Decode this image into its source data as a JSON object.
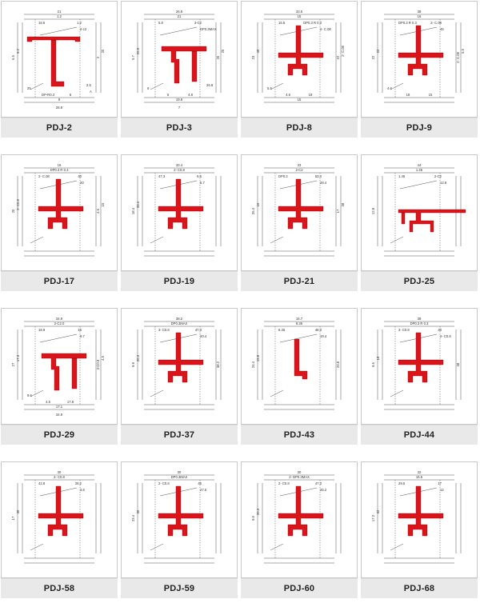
{
  "profiles": [
    {
      "code": "PDJ-2",
      "dims": [
        "21",
        "1.2",
        "18.6",
        "1.2",
        "2-c2",
        "6.5",
        "9.2",
        "2",
        "20",
        "25",
        "DP-R0.3",
        "6",
        "9",
        "26.8",
        "2.5",
        "A"
      ]
    },
    {
      "code": "PDJ-3",
      "dims": [
        "26.8",
        "21",
        "5.8",
        "3-C2",
        "DP0.3MAX",
        "5.7",
        "26.5",
        "20",
        "25",
        "6",
        "5",
        "4.8",
        "19.8",
        "7",
        "26.8"
      ]
    },
    {
      "code": "PDJ-8",
      "dims": [
        "33.5",
        "15",
        "15.5",
        "DP0.3 R 0.3",
        "2- C.08",
        "23",
        "40",
        "22",
        "2- C.08",
        "5.5",
        "4.6",
        "18",
        "15"
      ]
    },
    {
      "code": "PDJ-9",
      "dims": [
        "38",
        "16",
        "DP0.3 R 0.3",
        "2- C.08",
        "45",
        "22",
        "22",
        "2- C.08",
        "5.5",
        "4.6",
        "18",
        "15"
      ]
    },
    {
      "code": "PDJ-17",
      "dims": [
        "16",
        "DP0.3 R 0.3",
        "2- C.08",
        "40",
        "20",
        "20",
        "2- C0.8",
        "4.6",
        "15"
      ]
    },
    {
      "code": "PDJ-19",
      "dims": [
        "33.4",
        "2- C0.8",
        "47.3",
        "6.6",
        "5.7",
        "18.4",
        "33.4"
      ]
    },
    {
      "code": "PDJ-21",
      "dims": [
        "33",
        "2-C2",
        "DP0.3",
        "53.4",
        "28.4",
        "26.4",
        "16",
        "17",
        "38"
      ]
    },
    {
      "code": "PDJ-25",
      "dims": [
        "44",
        "1.45",
        "1.45",
        "2-C2",
        "12.8",
        "12.8"
      ]
    },
    {
      "code": "PDJ-29",
      "dims": [
        "34.9",
        "2-C2.0",
        "18.9",
        "16",
        "9.7",
        "27",
        "17.3",
        "2-C0.8",
        "4.5",
        "9.6",
        "4.5",
        "17.8",
        "17.1",
        "34.9"
      ]
    },
    {
      "code": "PDJ-37",
      "dims": [
        "38.2",
        "DP0.3MAX",
        "3- C0.8",
        "47.3",
        "20.4",
        "9.9",
        "20.3",
        "38.2"
      ]
    },
    {
      "code": "PDJ-43",
      "dims": [
        "16.7",
        "8.35",
        "8.35",
        "48.3",
        "19.4",
        "24.4",
        "15.8",
        "23.8"
      ]
    },
    {
      "code": "PDJ-44",
      "dims": [
        "38",
        "DP0.3 R 0.3",
        "3- C0.8",
        "40",
        "2- C0.8",
        "9.6",
        "18",
        "38"
      ]
    },
    {
      "code": "PDJ-58",
      "dims": [
        "30",
        "2- C0.8",
        "42.8",
        "26.2",
        "3.6",
        "17",
        "30"
      ]
    },
    {
      "code": "PDJ-59",
      "dims": [
        "30",
        "DP0.3MAX",
        "2- C0.8",
        "45",
        "27.5",
        "23.4",
        "30"
      ]
    },
    {
      "code": "PDJ-60",
      "dims": [
        "30",
        "2- DP0.3MAX",
        "2- C0.8",
        "47.3",
        "26.2",
        "9.6",
        "20.3"
      ]
    },
    {
      "code": "PDJ-68",
      "dims": [
        "32",
        "16.5",
        "29.5",
        "17",
        "12",
        "17.2",
        "32"
      ]
    }
  ],
  "colors": {
    "profile": "#d9141b",
    "line": "#555555",
    "label_bg": "#e9e9e9"
  }
}
